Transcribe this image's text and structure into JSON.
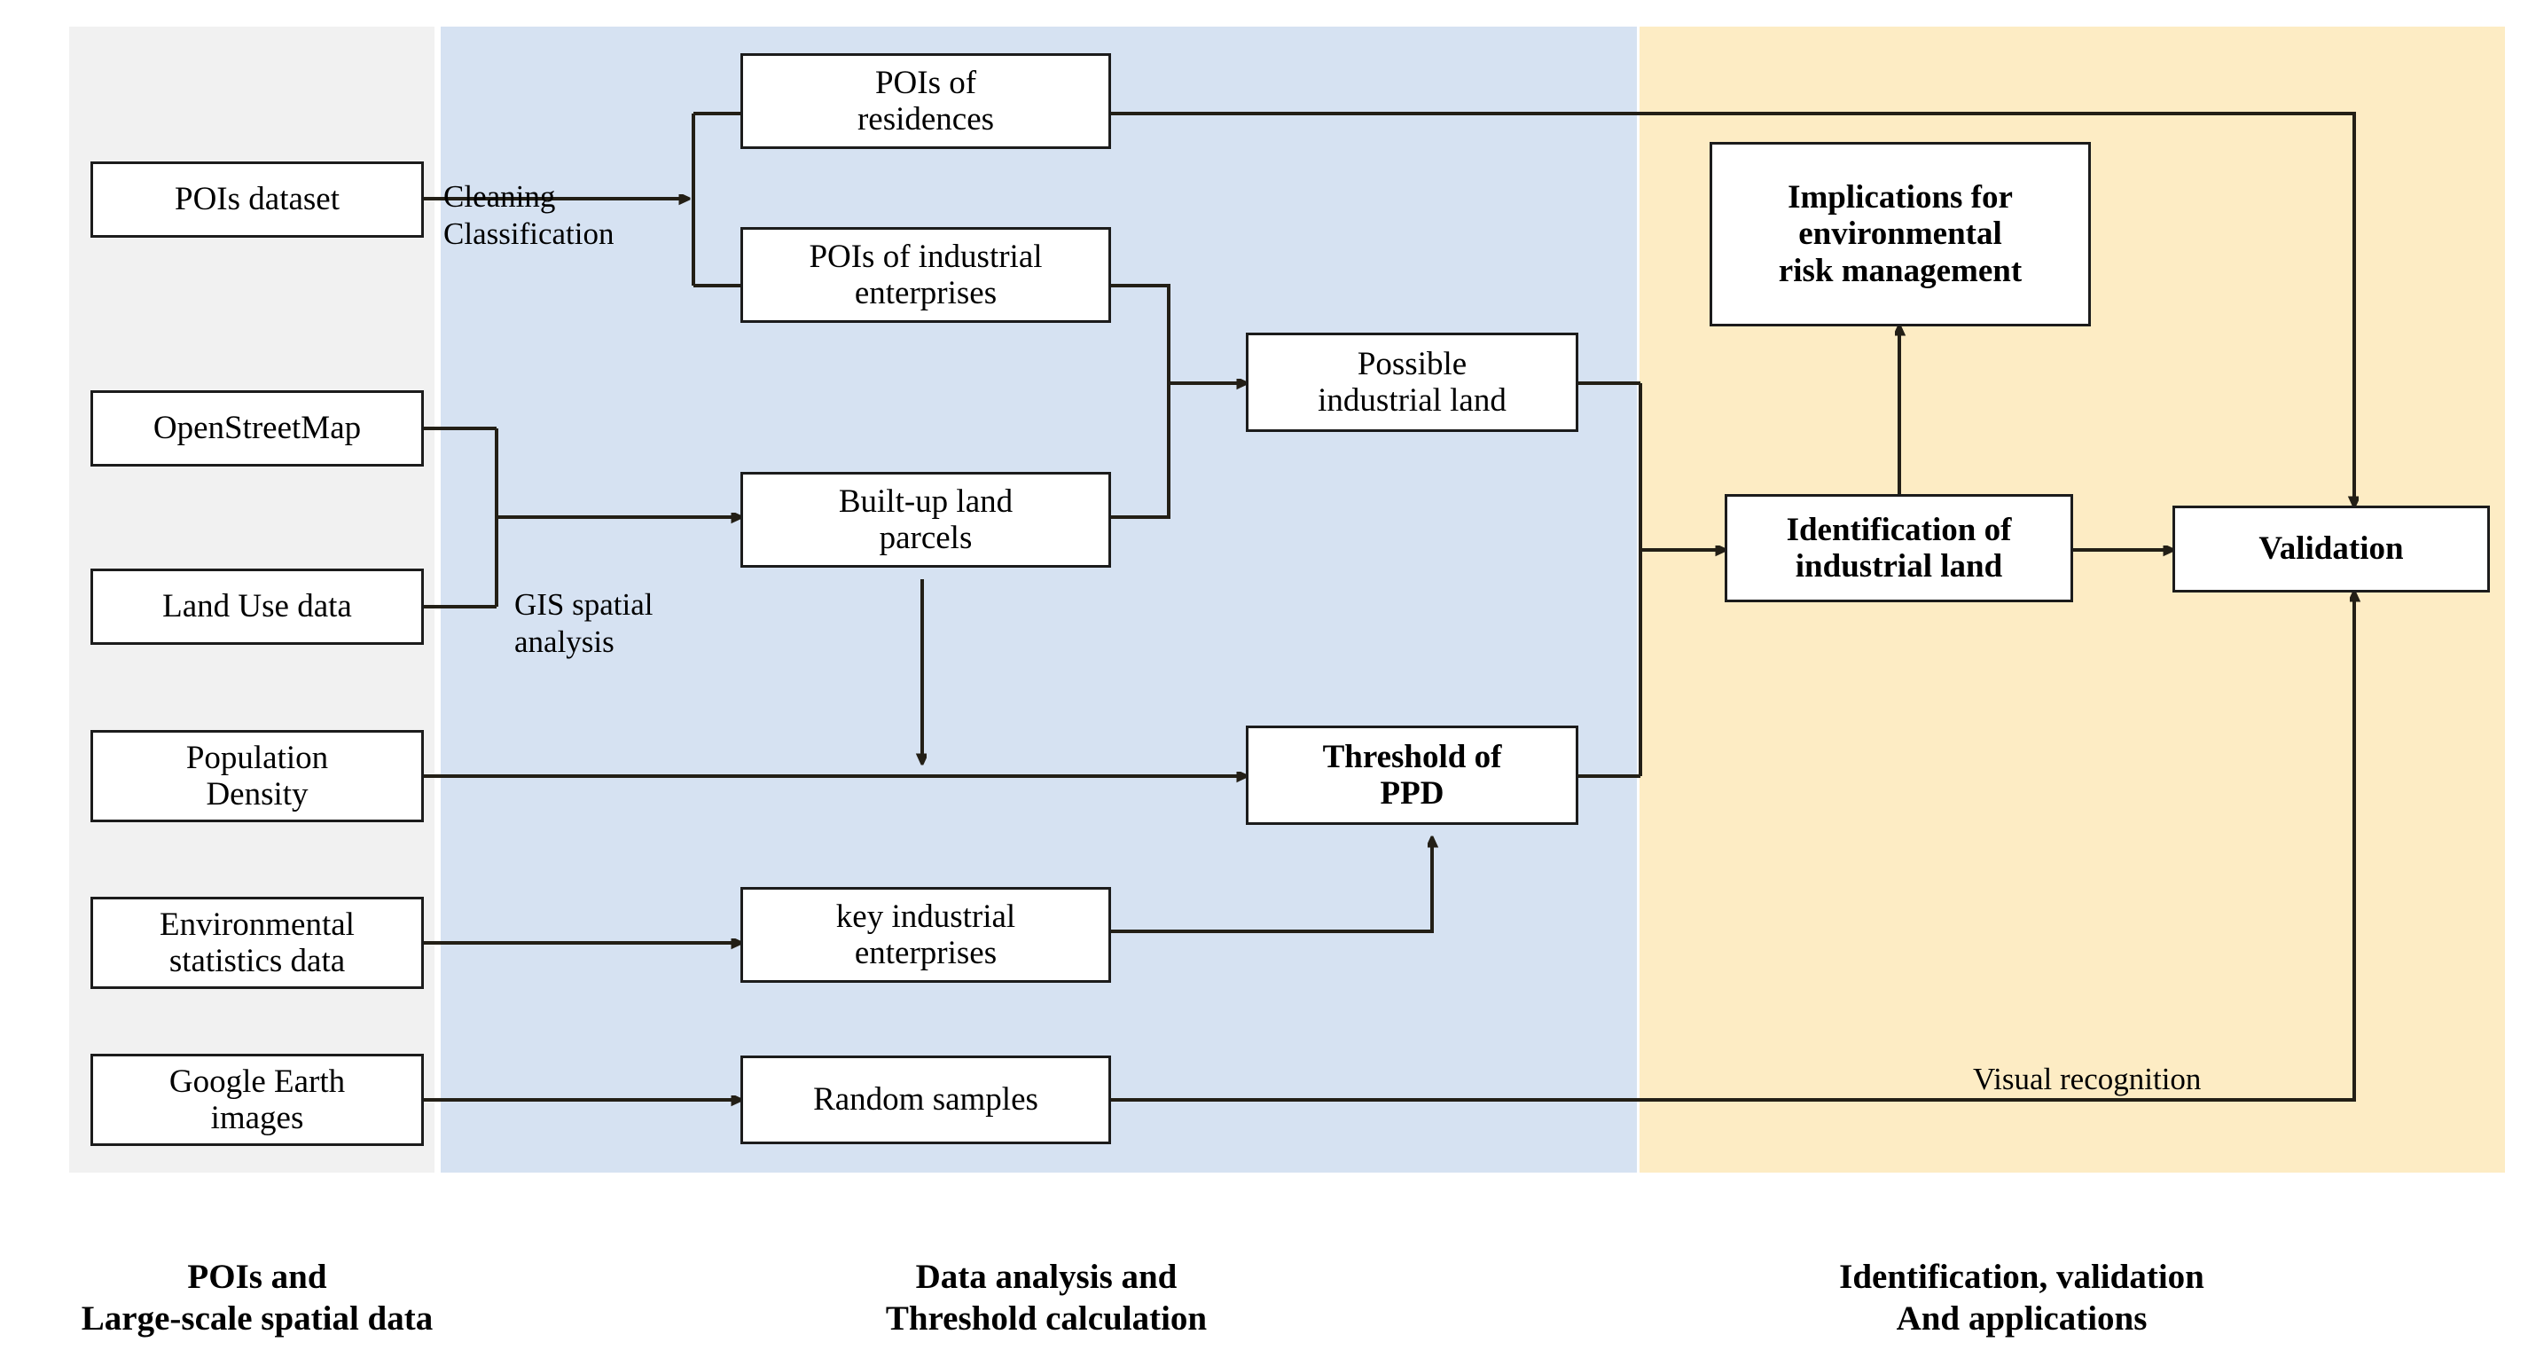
{
  "figure": {
    "type": "flowchart",
    "title": "Framework for identification of industrial land using POIs and large-scale spatial data"
  },
  "panels": [
    {
      "id": "sources",
      "name": "POIs and large-scale spatial data",
      "color": "#f1f1f1",
      "caption": "POIs and\nLarge-scale spatial data"
    },
    {
      "id": "analysis",
      "name": "Data analysis and threshold calculation",
      "color": "#d6e2f2",
      "caption": "Data analysis  and\nThreshold  calculation"
    },
    {
      "id": "results",
      "name": "Identification, validation and applications",
      "color": "#fdecc4",
      "caption": "Identification, validation\nAnd applications"
    }
  ],
  "nodes": [
    {
      "id": "poi_dataset",
      "label": "POIs dataset"
    },
    {
      "id": "osm",
      "label": "OpenStreetMap"
    },
    {
      "id": "land_use",
      "label": "Land Use data"
    },
    {
      "id": "pop_density",
      "label": "Population\nDensity"
    },
    {
      "id": "env_stats",
      "label": "Environmental\nstatistics data"
    },
    {
      "id": "google_earth",
      "label": "Google Earth\nimages"
    },
    {
      "id": "poi_residences",
      "label": "POIs of\nresidences"
    },
    {
      "id": "poi_industrial",
      "label": "POIs of industrial\nenterprises"
    },
    {
      "id": "builtup",
      "label": "Built-up  land\nparcels"
    },
    {
      "id": "key_enterprises",
      "label": "key industrial\nenterprises"
    },
    {
      "id": "random_samples",
      "label": "Random samples"
    },
    {
      "id": "possible_land",
      "label": "Possible\nindustrial  land"
    },
    {
      "id": "threshold_ppd",
      "label": "Threshold of\nPPD"
    },
    {
      "id": "identification",
      "label": "Identification of\nindustrial land"
    },
    {
      "id": "validation",
      "label": "Validation"
    },
    {
      "id": "implications",
      "label": "Implications for\nenvironmental\nrisk management"
    }
  ],
  "edge_labels": [
    {
      "id": "cleaning_classification",
      "text": "Cleaning\nClassification"
    },
    {
      "id": "gis_spatial_analysis",
      "text": "GIS spatial\nanalysis"
    },
    {
      "id": "visual_recognition",
      "text": "Visual recognition"
    }
  ],
  "colors": {
    "panel_sources": "#f1f1f1",
    "panel_analysis": "#d6e2f2",
    "panel_results": "#fdecc4",
    "node_border": "#1c1c1c",
    "node_fill": "#ffffff",
    "wire": "#231f16",
    "text": "#000000"
  }
}
